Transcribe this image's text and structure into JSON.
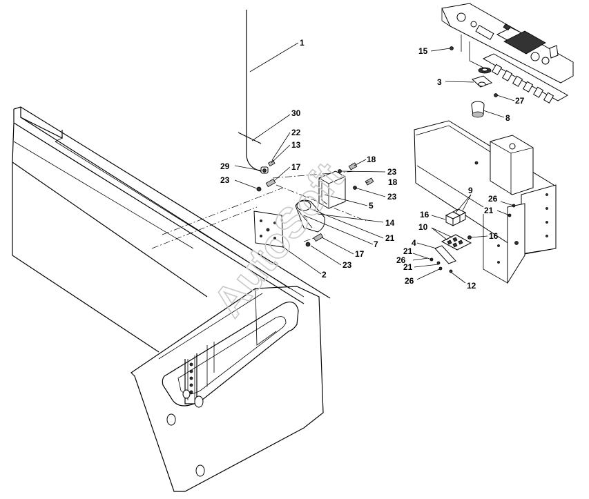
{
  "watermark": "AutoSoft",
  "callouts": [
    {
      "id": "c1",
      "text": "1"
    },
    {
      "id": "c30",
      "text": "30"
    },
    {
      "id": "c22",
      "text": "22"
    },
    {
      "id": "c13",
      "text": "13"
    },
    {
      "id": "c29",
      "text": "29"
    },
    {
      "id": "c17a",
      "text": "17"
    },
    {
      "id": "c23a",
      "text": "23"
    },
    {
      "id": "c18a",
      "text": "18"
    },
    {
      "id": "c23b",
      "text": "23"
    },
    {
      "id": "c18b",
      "text": "18"
    },
    {
      "id": "c23c",
      "text": "23"
    },
    {
      "id": "c5",
      "text": "5"
    },
    {
      "id": "c14",
      "text": "14"
    },
    {
      "id": "c21a",
      "text": "21"
    },
    {
      "id": "c7",
      "text": "7"
    },
    {
      "id": "c17b",
      "text": "17"
    },
    {
      "id": "c23d",
      "text": "23"
    },
    {
      "id": "c2",
      "text": "2"
    },
    {
      "id": "c15",
      "text": "15"
    },
    {
      "id": "c3",
      "text": "3"
    },
    {
      "id": "c27",
      "text": "27"
    },
    {
      "id": "c8",
      "text": "8"
    },
    {
      "id": "c9",
      "text": "9"
    },
    {
      "id": "c26a",
      "text": "26"
    },
    {
      "id": "c21b",
      "text": "21"
    },
    {
      "id": "c16a",
      "text": "16"
    },
    {
      "id": "c10",
      "text": "10"
    },
    {
      "id": "c16b",
      "text": "16"
    },
    {
      "id": "c4",
      "text": "4"
    },
    {
      "id": "c21c",
      "text": "21"
    },
    {
      "id": "c26b",
      "text": "26"
    },
    {
      "id": "c21d",
      "text": "21"
    },
    {
      "id": "c26c",
      "text": "26"
    },
    {
      "id": "c12",
      "text": "12"
    }
  ]
}
